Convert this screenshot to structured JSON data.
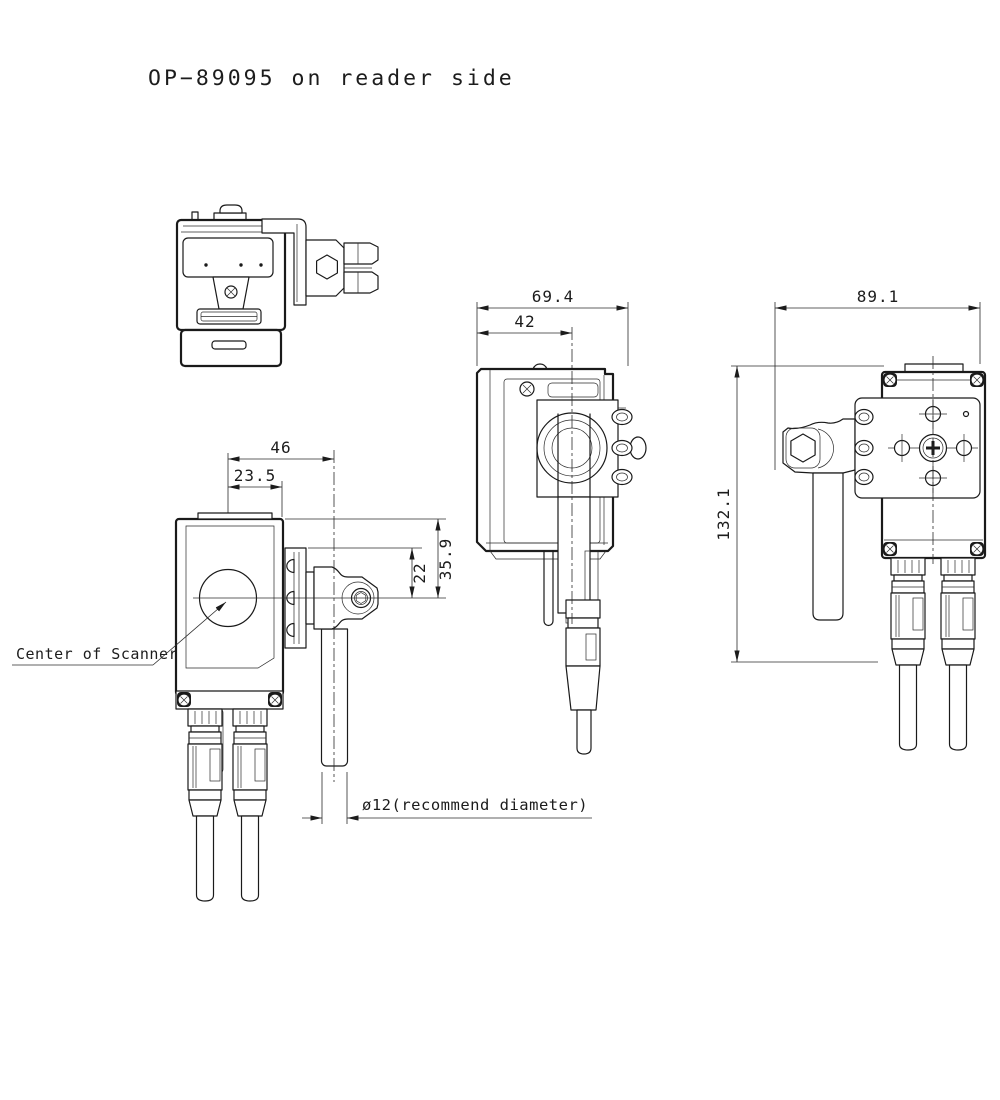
{
  "title": "OP−89095 on reader side",
  "annotations": {
    "scanner_center_label": "Center of Scanner",
    "pole_note": "ø12(recommend diameter)"
  },
  "dimensions": {
    "front_center_to_pole": "46",
    "front_center_to_edge": "23.5",
    "front_bracket_to_center": "22",
    "front_top_to_center": "35.9",
    "side_overall_width": "69.4",
    "side_to_pole_center": "42",
    "rear_overall_width": "89.1",
    "rear_overall_height": "132.1"
  },
  "colors": {
    "line": "#1a1a1a",
    "background": "#ffffff"
  }
}
